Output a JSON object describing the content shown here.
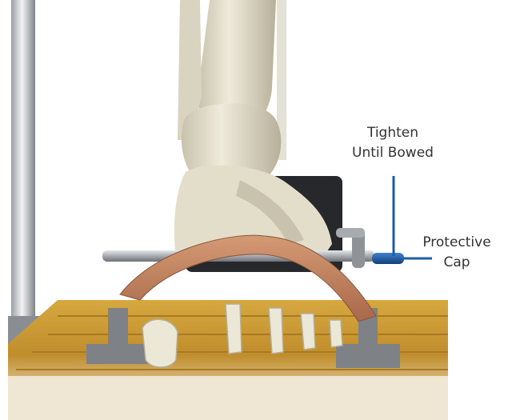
{
  "callouts": {
    "tighten": {
      "line1": "Tighten",
      "line2": "Until Bowed"
    },
    "cap": {
      "line1": "Protective",
      "line2": "Cap"
    }
  },
  "colors": {
    "callout_line": "#1a5ea8",
    "bone": "#e6e1cf",
    "bone_shadow": "#b9b39c",
    "dressing": "#c98a62",
    "base_gold": "#c9962f",
    "metal": "#8f9398"
  }
}
